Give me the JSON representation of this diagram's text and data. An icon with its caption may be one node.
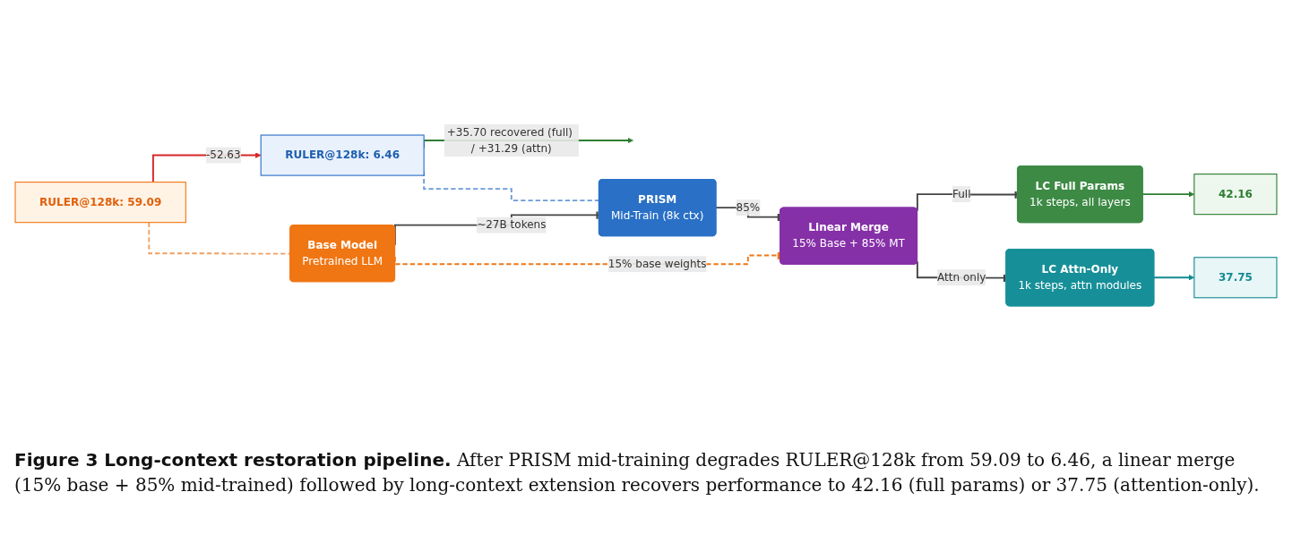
{
  "diagram": {
    "caption": "**Figure 3  Long-context restoration pipeline.** After PRISM mid-training degrades RULER@128k from 59.09 to 6.46, a linear merge (15% base + 85% mid-trained) followed by long-context extension recovers performance to 42.16 (full params) or 37.75 (attention-only).",
    "nodes": [
      {
        "text": [
          "RULER@128k: 59.09"
        ]
      },
      {
        "text": [
          "RULER@128k: 6.46"
        ]
      },
      {
        "text": [
          "Base Model",
          "Pretrained LLM"
        ]
      },
      {
        "text": [
          "PRISM",
          "Mid-Train (8k ctx)"
        ]
      },
      {
        "text": [
          "Linear Merge",
          "15% Base + 85% MT"
        ]
      },
      {
        "text": [
          "LC Full Params",
          "1k steps, all layers"
        ]
      },
      {
        "text": [
          "LC Attn-Only",
          "1k steps, attn modules"
        ]
      },
      {
        "text": [
          "42.16"
        ]
      },
      {
        "text": [
          "37.75"
        ]
      }
    ],
    "edges": [
      {
        "from": 0,
        "to": 1,
        "arrow": "to",
        "label": "-52.63",
        "color": "#d62728"
      },
      {
        "from": 1,
        "to": null,
        "arrow": "to",
        "label": "+35.70 recovered (full) / +31.29 (attn)",
        "color": "#2e7d32"
      },
      {
        "from": 0,
        "to": 2,
        "arrow": "none",
        "style": "dashed",
        "color": "#f0a060"
      },
      {
        "from": 1,
        "to": 3,
        "arrow": "none",
        "style": "dashed",
        "color": "#6a9ad8"
      },
      {
        "from": 2,
        "to": 3,
        "arrow": "other",
        "label": "~27B tokens"
      },
      {
        "from": 3,
        "to": 4,
        "arrow": "other",
        "label": "85%"
      },
      {
        "from": 4,
        "to": 5,
        "arrow": "other",
        "label": "Full"
      },
      {
        "from": 4,
        "to": 6,
        "arrow": "other",
        "label": "Attn only"
      },
      {
        "from": 2,
        "to": 4,
        "arrow": "other",
        "label": "15% base weights",
        "style": "dashed",
        "color": "#f07613"
      },
      {
        "from": 5,
        "to": 7,
        "arrow": "to",
        "color": "#2e7d32"
      },
      {
        "from": 6,
        "to": 8,
        "arrow": "to",
        "color": "#138a92"
      }
    ]
  }
}
